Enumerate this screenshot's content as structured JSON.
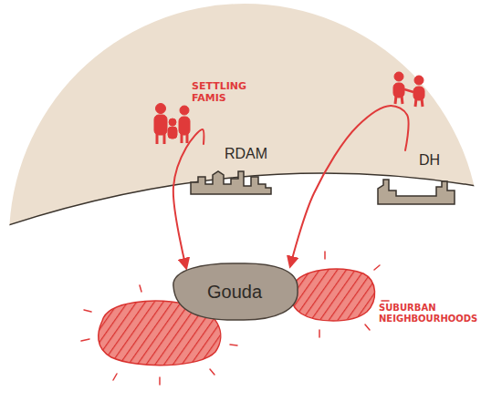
{
  "diagram": {
    "nodes": [
      {
        "text": [
          "RDAM"
        ]
      },
      {
        "text": [
          "DH"
        ]
      },
      {
        "text": [
          "Gouda"
        ]
      }
    ],
    "edges": [
      {
        "from": 0,
        "to": 2,
        "arrow": "to"
      },
      {
        "from": 1,
        "to": 2,
        "arrow": "to"
      }
    ],
    "labels": [
      "SETTLING FAMIS",
      "SUBURBAN NEIGHBOURHOODS"
    ]
  }
}
